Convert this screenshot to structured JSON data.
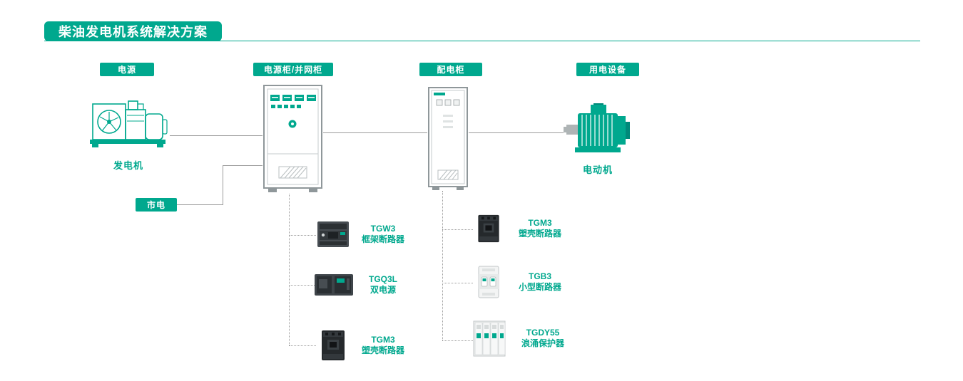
{
  "title": "柴油发电机系统解决方案",
  "colors": {
    "accent": "#00A88E",
    "connector": "#9c9c9c"
  },
  "badges": {
    "power_source": "电源",
    "power_cabinet": "电源柜/并网柜",
    "distribution_cabinet": "配电柜",
    "electric_equipment": "用电设备",
    "mains": "市电"
  },
  "labels": {
    "generator": "发电机",
    "motor": "电动机"
  },
  "products": {
    "power_cabinet_branch": [
      {
        "model": "TGW3",
        "name": "框架断路器"
      },
      {
        "model": "TGQ3L",
        "name": "双电源"
      },
      {
        "model": "TGM3",
        "name": "塑壳断路器"
      }
    ],
    "distribution_cabinet_branch": [
      {
        "model": "TGM3",
        "name": "塑壳断路器"
      },
      {
        "model": "TGB3",
        "name": "小型断路器"
      },
      {
        "model": "TGDY55",
        "name": "浪涌保护器"
      }
    ]
  }
}
